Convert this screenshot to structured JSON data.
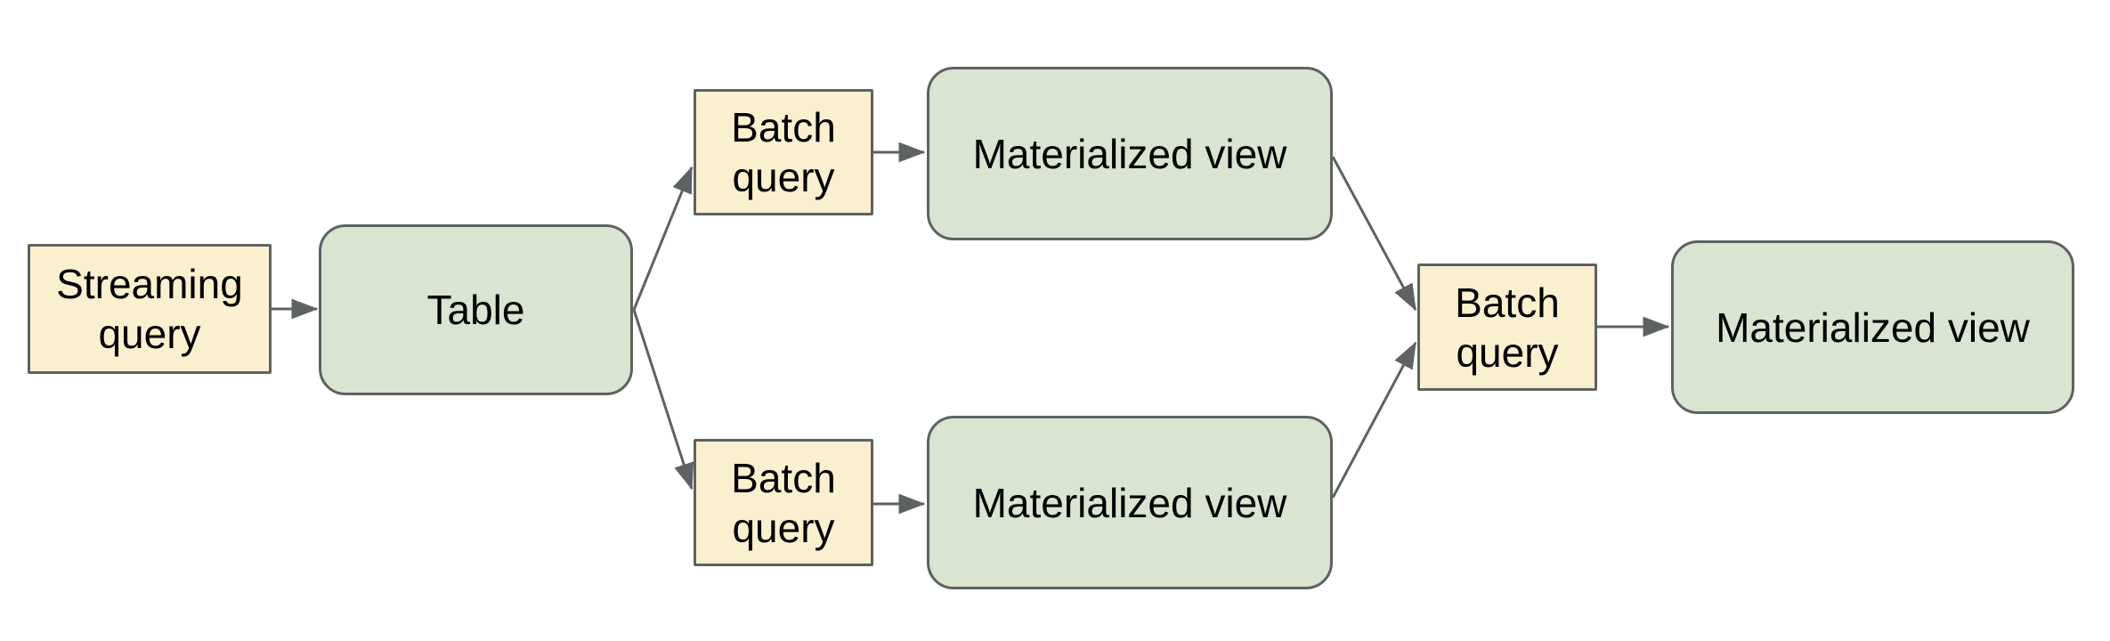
{
  "diagram": {
    "colors": {
      "query_fill": "#FAF0CF",
      "store_fill": "#D9E4D1",
      "border": "#5E6260",
      "edge": "#5E6260",
      "text": "#000000",
      "canvas_bg": "#FFFFFF"
    },
    "nodes": [
      {
        "id": "streaming-query",
        "label": "Streaming query",
        "kind": "query"
      },
      {
        "id": "table",
        "label": "Table",
        "kind": "store"
      },
      {
        "id": "batch-query-top",
        "label": "Batch query",
        "kind": "query"
      },
      {
        "id": "materialized-view-top",
        "label": "Materialized view",
        "kind": "store"
      },
      {
        "id": "batch-query-bottom",
        "label": "Batch query",
        "kind": "query"
      },
      {
        "id": "materialized-view-bottom",
        "label": "Materialized view",
        "kind": "store"
      },
      {
        "id": "batch-query-right",
        "label": "Batch query",
        "kind": "query"
      },
      {
        "id": "materialized-view-right",
        "label": "Materialized view",
        "kind": "store"
      }
    ],
    "edges": [
      {
        "from": "streaming-query",
        "to": "table"
      },
      {
        "from": "table",
        "to": "batch-query-top"
      },
      {
        "from": "table",
        "to": "batch-query-bottom"
      },
      {
        "from": "batch-query-top",
        "to": "materialized-view-top"
      },
      {
        "from": "batch-query-bottom",
        "to": "materialized-view-bottom"
      },
      {
        "from": "materialized-view-top",
        "to": "batch-query-right"
      },
      {
        "from": "materialized-view-bottom",
        "to": "batch-query-right"
      },
      {
        "from": "batch-query-right",
        "to": "materialized-view-right"
      }
    ]
  }
}
